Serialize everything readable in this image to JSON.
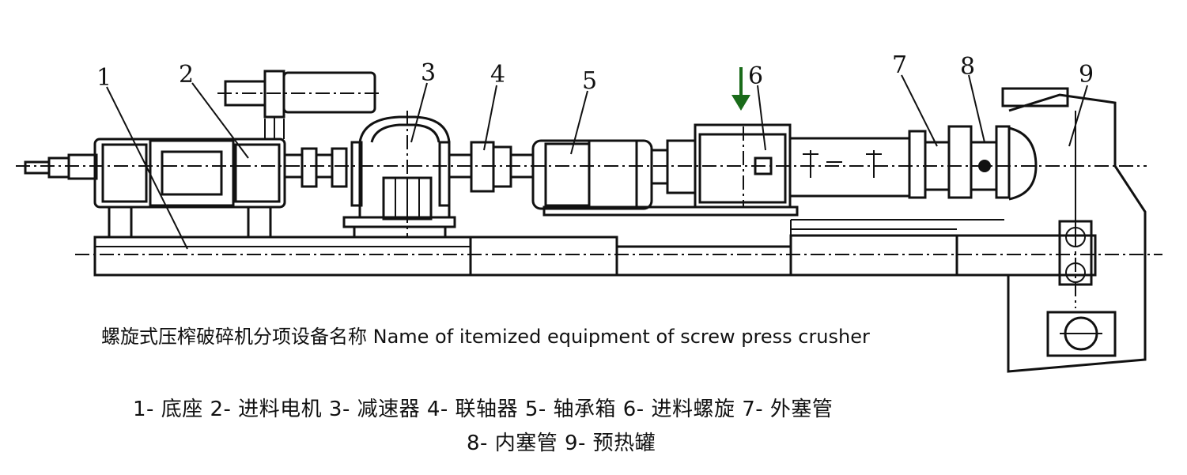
{
  "diagram": {
    "part_labels": [
      "1",
      "2",
      "3",
      "4",
      "5",
      "6",
      "7",
      "8",
      "9"
    ],
    "caption": "螺旋式压榨破碎机分项设备名称  Name of itemized equipment of screw press crusher",
    "legend_line1": "1- 底座  2- 进料电机 3- 减速器 4- 联轴器 5- 轴承箱 6- 进料螺旋  7- 外塞管",
    "legend_line2": "8- 内塞管 9- 预热罐",
    "feed_arrow_color": "#1a6b1a",
    "line_color": "#111111"
  }
}
